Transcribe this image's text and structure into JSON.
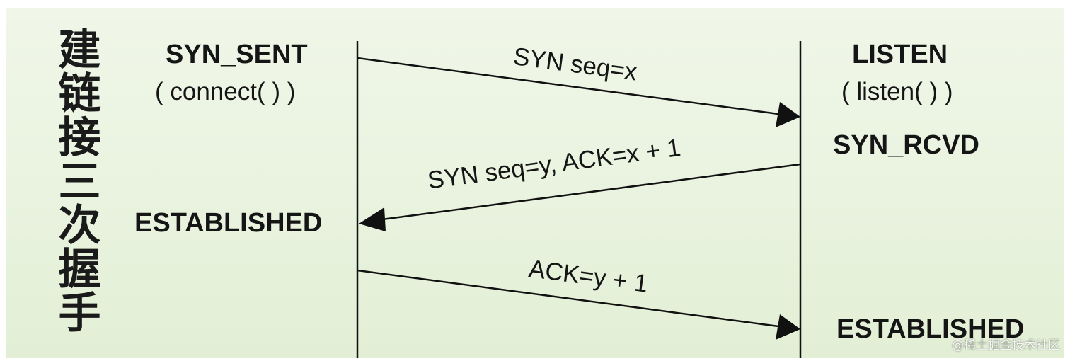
{
  "title": "建链接三次握手",
  "client": {
    "state_1": "SYN_SENT",
    "call": "( connect( ) )",
    "state_2": "ESTABLISHED"
  },
  "server": {
    "state_1": "LISTEN",
    "call": "( listen( ) )",
    "state_2": "SYN_RCVD",
    "state_3": "ESTABLISHED"
  },
  "messages": {
    "syn": "SYN seq=x",
    "syn_ack": "SYN seq=y, ACK=x + 1",
    "ack": "ACK=y + 1"
  },
  "watermark": "@稀土掘金技术社区"
}
